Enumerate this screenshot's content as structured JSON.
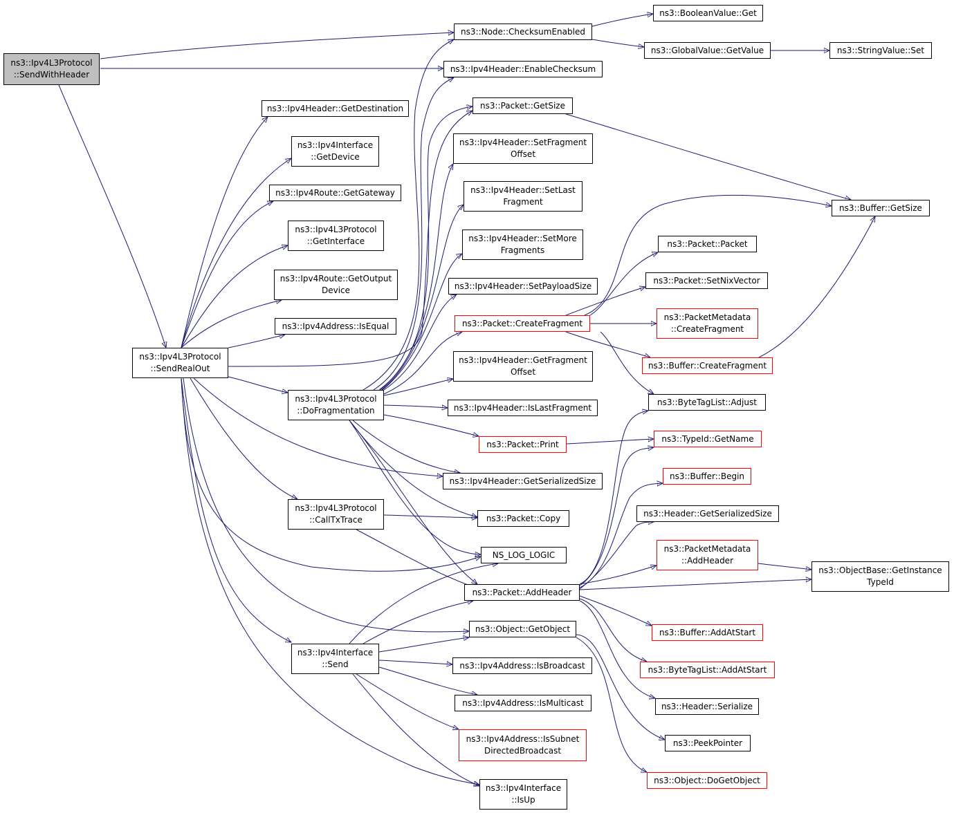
{
  "colors": {
    "edge": "#191970",
    "border": "#000000",
    "red_border": "#ff0000",
    "root_fill": "#bfbfbf"
  },
  "nodes": {
    "root": [
      "ns3::Ipv4L3Protocol",
      "::SendWithHeader"
    ],
    "checksum_enabled": [
      "ns3::Node::ChecksumEnabled"
    ],
    "boolean_get": [
      "ns3::BooleanValue::Get"
    ],
    "global_getvalue": [
      "ns3::GlobalValue::GetValue"
    ],
    "string_set": [
      "ns3::StringValue::Set"
    ],
    "enable_checksum": [
      "ns3::Ipv4Header::EnableChecksum"
    ],
    "get_destination": [
      "ns3::Ipv4Header::GetDestination"
    ],
    "packet_getsize": [
      "ns3::Packet::GetSize"
    ],
    "iface_getdevice": [
      "ns3::Ipv4Interface",
      "::GetDevice"
    ],
    "set_frag_offset": [
      "ns3::Ipv4Header::SetFragment",
      "Offset"
    ],
    "route_getgateway": [
      "ns3::Ipv4Route::GetGateway"
    ],
    "set_last_fragment": [
      "ns3::Ipv4Header::SetLast",
      "Fragment"
    ],
    "buffer_getsize": [
      "ns3::Buffer::GetSize"
    ],
    "l3_getinterface": [
      "ns3::Ipv4L3Protocol",
      "::GetInterface"
    ],
    "set_more_fragments": [
      "ns3::Ipv4Header::SetMore",
      "Fragments"
    ],
    "packet_packet": [
      "ns3::Packet::Packet"
    ],
    "route_getoutput": [
      "ns3::Ipv4Route::GetOutput",
      "Device"
    ],
    "set_payload_size": [
      "ns3::Ipv4Header::SetPayloadSize"
    ],
    "packet_setnix": [
      "ns3::Packet::SetNixVector"
    ],
    "addr_isequal": [
      "ns3::Ipv4Address::IsEqual"
    ],
    "packet_createfrag": [
      "ns3::Packet::CreateFragment"
    ],
    "pktmeta_createfrag": [
      "ns3::PacketMetadata",
      "::CreateFragment"
    ],
    "send_real_out": [
      "ns3::Ipv4L3Protocol",
      "::SendRealOut"
    ],
    "buffer_createfrag": [
      "ns3::Buffer::CreateFragment"
    ],
    "get_frag_offset": [
      "ns3::Ipv4Header::GetFragment",
      "Offset"
    ],
    "do_fragmentation": [
      "ns3::Ipv4L3Protocol",
      "::DoFragmentation"
    ],
    "bytetag_adjust": [
      "ns3::ByteTagList::Adjust"
    ],
    "is_last_fragment": [
      "ns3::Ipv4Header::IsLastFragment"
    ],
    "packet_print": [
      "ns3::Packet::Print"
    ],
    "typeid_getname": [
      "ns3::TypeId::GetName"
    ],
    "buffer_begin": [
      "ns3::Buffer::Begin"
    ],
    "get_serialized_size": [
      "ns3::Ipv4Header::GetSerializedSize"
    ],
    "header_getserialized": [
      "ns3::Header::GetSerializedSize"
    ],
    "l3_calltxtrace": [
      "ns3::Ipv4L3Protocol",
      "::CallTxTrace"
    ],
    "packet_copy": [
      "ns3::Packet::Copy"
    ],
    "pktmeta_addheader": [
      "ns3::PacketMetadata",
      "::AddHeader"
    ],
    "ns_log_logic": [
      "NS_LOG_LOGIC"
    ],
    "objbase_getinstance": [
      "ns3::ObjectBase::GetInstance",
      "TypeId"
    ],
    "packet_addheader": [
      "ns3::Packet::AddHeader"
    ],
    "object_getobject": [
      "ns3::Object::GetObject"
    ],
    "buffer_addatstart": [
      "ns3::Buffer::AddAtStart"
    ],
    "iface_send": [
      "ns3::Ipv4Interface",
      "::Send"
    ],
    "addr_isbroadcast": [
      "ns3::Ipv4Address::IsBroadcast"
    ],
    "bytetag_addatstart": [
      "ns3::ByteTagList::AddAtStart"
    ],
    "addr_ismulticast": [
      "ns3::Ipv4Address::IsMulticast"
    ],
    "header_serialize": [
      "ns3::Header::Serialize"
    ],
    "addr_issubnet": [
      "ns3::Ipv4Address::IsSubnet",
      "DirectedBroadcast"
    ],
    "peek_pointer": [
      "ns3::PeekPointer"
    ],
    "object_dogetobject": [
      "ns3::Object::DoGetObject"
    ],
    "iface_isup": [
      "ns3::Ipv4Interface",
      "::IsUp"
    ]
  }
}
